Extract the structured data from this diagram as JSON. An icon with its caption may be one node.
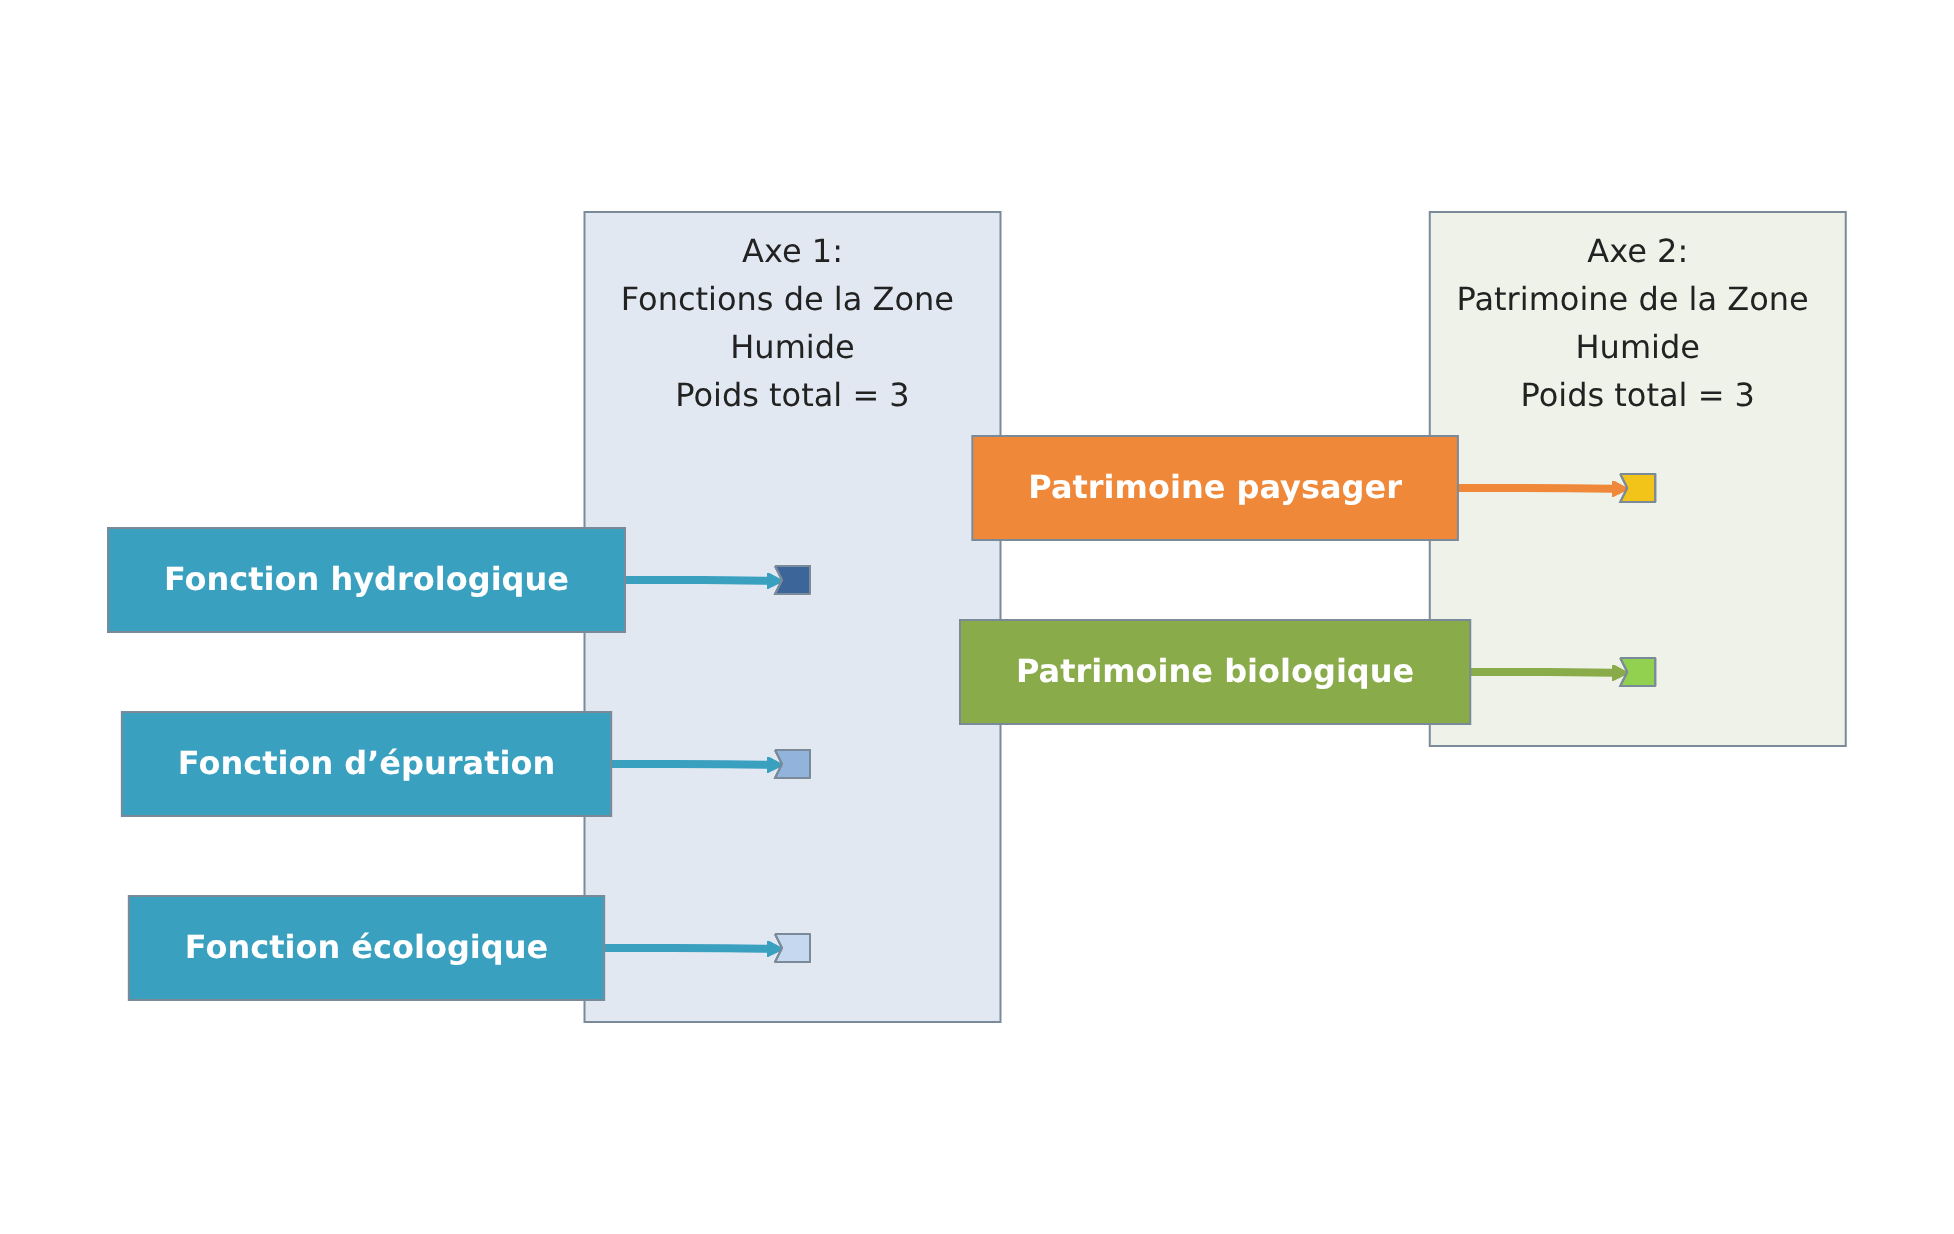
{
  "diagram": {
    "nodes": [
      {
        "text": [
          "Axe 1:",
          "Fonctions de la Zone Humide",
          "Poids total = 3"
        ]
      },
      {
        "text": [
          "Fonction hydrologique"
        ]
      },
      {
        "text": [],
        "shape": "slice",
        "in": 0
      },
      {
        "text": [
          "Fonction d’épuration"
        ]
      },
      {
        "text": [],
        "shape": "slice",
        "in": 0
      },
      {
        "text": [
          "Fonction écologique"
        ]
      },
      {
        "text": [],
        "shape": "slice",
        "in": 0
      },
      {
        "text": [
          "Axe 2:",
          "Patrimoine de la Zone Humide",
          "Poids total = 3"
        ]
      },
      {
        "text": [],
        "shape": "slice",
        "in": 7
      },
      {
        "text": [
          "Patrimoine paysager"
        ]
      },
      {
        "text": [],
        "shape": "slice",
        "in": 7
      },
      {
        "text": [
          "Patrimoine biologique"
        ]
      }
    ],
    "edges": [
      {
        "from": 1,
        "to": 2,
        "arrow": "to"
      },
      {
        "from": 3,
        "to": 4,
        "arrow": "to"
      },
      {
        "from": 5,
        "to": 6,
        "arrow": "to"
      },
      {
        "from": 9,
        "to": 8,
        "arrow": "to",
        "color": "#f0883a"
      },
      {
        "from": 11,
        "to": 10,
        "arrow": "to",
        "color": "#8aab4a"
      }
    ]
  }
}
